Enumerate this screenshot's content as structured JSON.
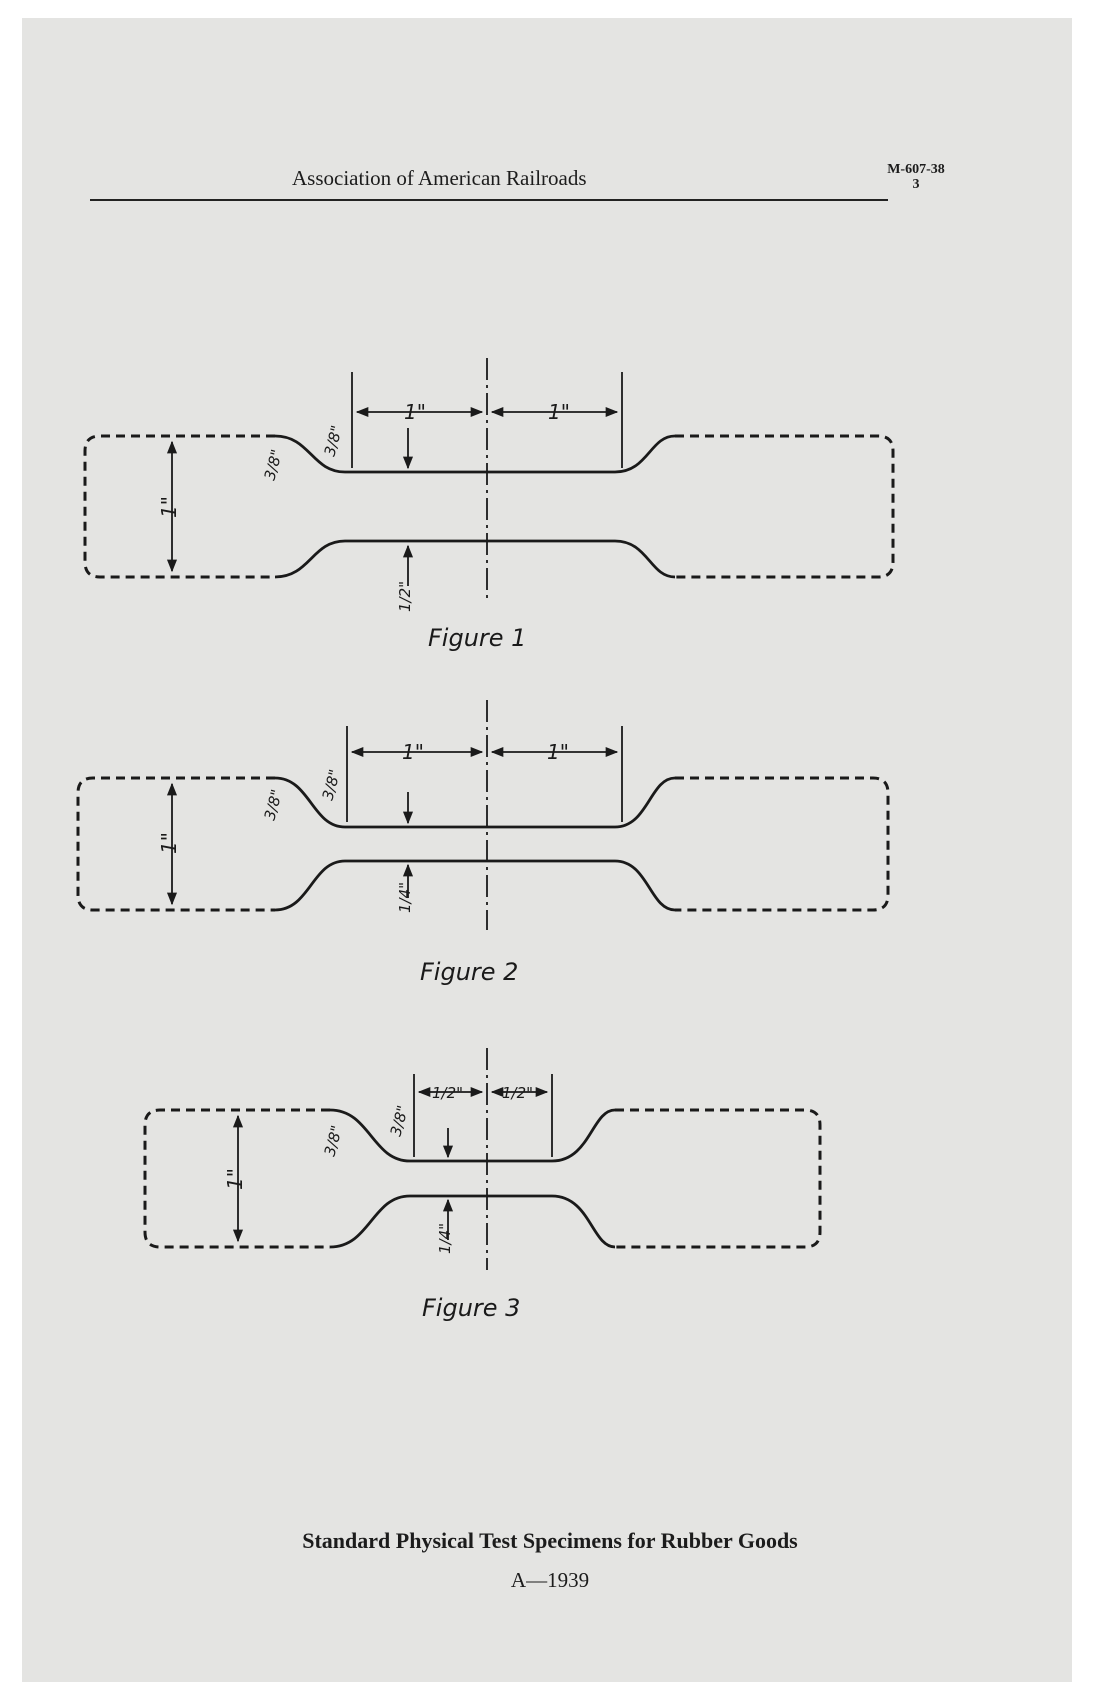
{
  "header": {
    "title": "Association of American Railroads",
    "code": "M-607-38",
    "page_number": "3"
  },
  "figures": [
    {
      "label": "Figure 1",
      "width_dim": "1\"",
      "left_length_dim": "1\"",
      "right_length_dim": "1\"",
      "radius_dim": "3/8\"",
      "neck_width_dim": "1/2\""
    },
    {
      "label": "Figure 2",
      "width_dim": "1\"",
      "left_length_dim": "1\"",
      "right_length_dim": "1\"",
      "radius_dim": "3/8\"",
      "neck_width_dim": "1/4\""
    },
    {
      "label": "Figure 3",
      "width_dim": "1\"",
      "left_length_dim": "1/2\"",
      "right_length_dim": "1/2\"",
      "radius_dim": "3/8\"",
      "neck_width_dim": "1/4\""
    }
  ],
  "caption": {
    "title": "Standard Physical Test Specimens for Rubber Goods",
    "subtitle": "A—1939"
  }
}
